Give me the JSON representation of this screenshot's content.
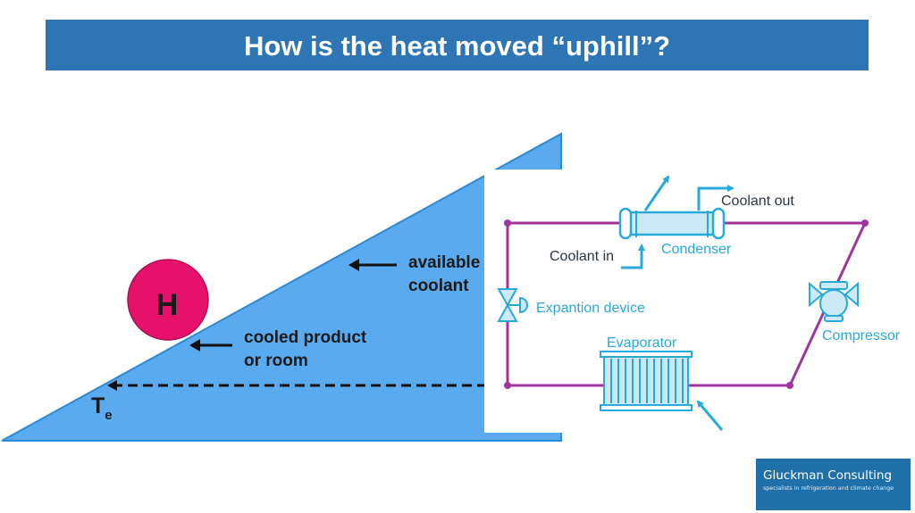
{
  "title": "How is the heat moved “uphill”?",
  "slope_diagram": {
    "h_label": "H",
    "te_label": "T",
    "te_subscript": "e",
    "available_coolant": [
      "available",
      "coolant"
    ],
    "cooled_product": [
      "cooled product",
      "or room"
    ]
  },
  "cycle_diagram": {
    "coolant_out": "Coolant out",
    "coolant_in": "Coolant in",
    "condenser": "Condenser",
    "expansion_device": "Expantion device",
    "evaporator": "Evaporator",
    "compressor": "Compressor"
  },
  "logo": {
    "name": "Gluckman Consulting",
    "tagline": "specialists in refrigeration and climate change"
  },
  "colors": {
    "title_bar": "#2e75b6",
    "triangle_fill": "#5aaaf0",
    "triangle_stroke": "#2c8ad4",
    "h_circle": "#e6116a",
    "pipe": "#a0339e",
    "component": "#29a9d9",
    "logo_bg": "#1f6fa8"
  }
}
